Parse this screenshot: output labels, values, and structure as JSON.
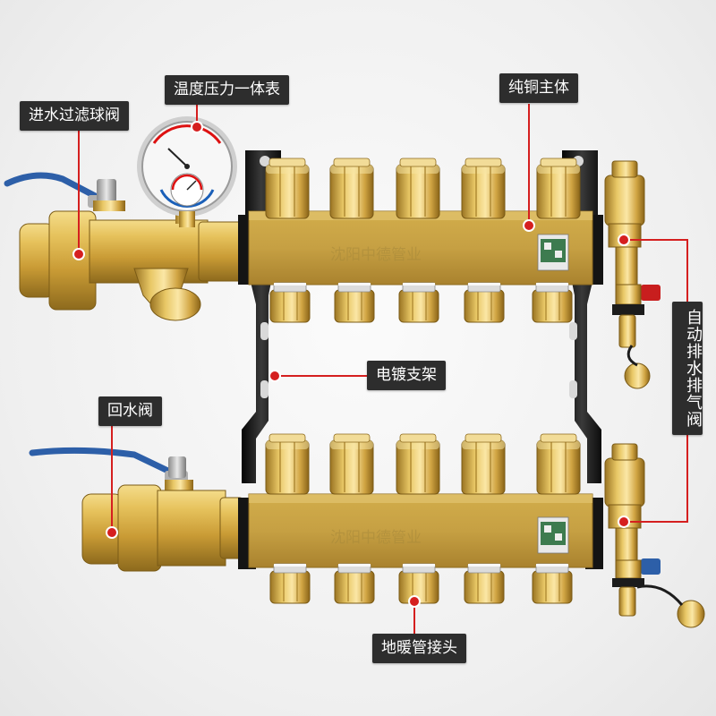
{
  "labels": {
    "inlet_filter_ball_valve": "进水过滤球阀",
    "temp_pressure_gauge": "温度压力一体表",
    "pure_copper_body": "纯铜主体",
    "auto_drain_vent_valve": "自动排水排气阀",
    "galvanized_bracket": "电镀支架",
    "return_valve": "回水阀",
    "floor_heating_connector": "地暖管接头"
  },
  "colors": {
    "brass": "#d8b24a",
    "brass_dark": "#9c7622",
    "leader_line": "#d51f1f",
    "label_bg": "#2d2d2d",
    "label_text": "#ffffff",
    "handle_blue": "#2d5fa8",
    "handle_red": "#c81e1e",
    "bracket_black": "#1c1c1c"
  },
  "icons": [
    "qr-code-icon",
    "leader-dot-icon"
  ]
}
